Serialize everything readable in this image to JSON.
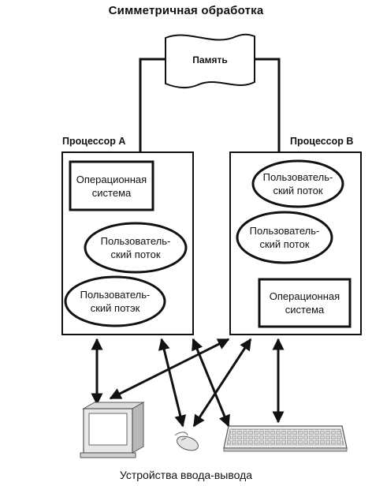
{
  "title": "Симметричная обработка",
  "memory": {
    "label": "Память"
  },
  "processor_a": {
    "label": "Процессор A",
    "os": [
      "Операционная",
      "система"
    ],
    "thread1": [
      "Пользователь-",
      "ский поток"
    ],
    "thread2": [
      "Пользователь-",
      "ский потэк"
    ]
  },
  "processor_b": {
    "label": "Процессор B",
    "thread1": [
      "Пользователь-",
      "ский поток"
    ],
    "thread2": [
      "Пользователь-",
      "ский поток"
    ],
    "os": [
      "Операционная",
      "система"
    ]
  },
  "devices": {
    "caption": "Устройства ввода-вывода",
    "items": [
      "monitor-icon",
      "mouse-icon",
      "keyboard-icon"
    ]
  }
}
